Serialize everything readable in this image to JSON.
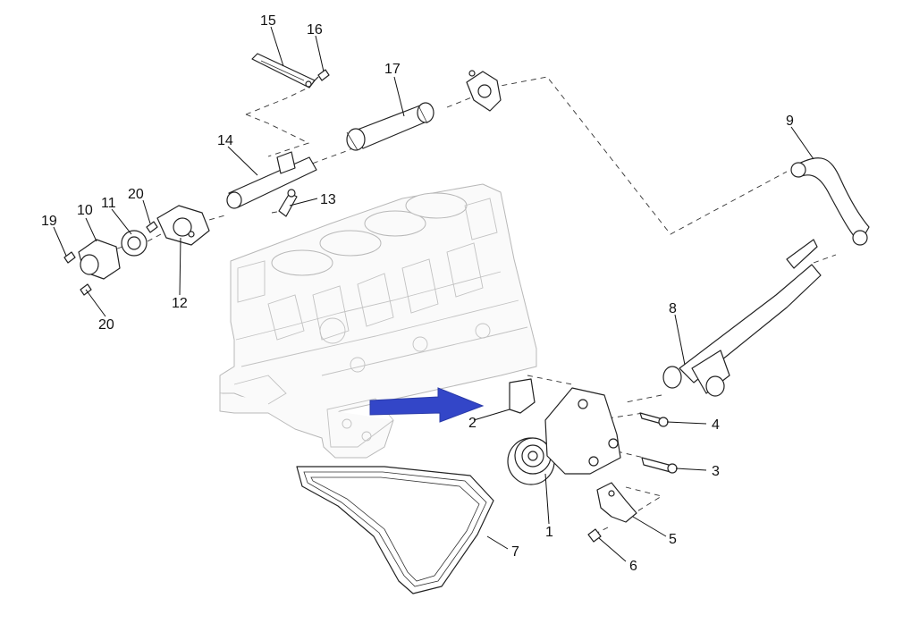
{
  "diagram": {
    "callouts": [
      {
        "id": "1",
        "text": "1"
      },
      {
        "id": "2",
        "text": "2"
      },
      {
        "id": "3",
        "text": "3"
      },
      {
        "id": "4",
        "text": "4"
      },
      {
        "id": "5",
        "text": "5"
      },
      {
        "id": "6",
        "text": "6"
      },
      {
        "id": "7",
        "text": "7"
      },
      {
        "id": "8",
        "text": "8"
      },
      {
        "id": "9",
        "text": "9"
      },
      {
        "id": "10",
        "text": "10"
      },
      {
        "id": "11",
        "text": "11"
      },
      {
        "id": "12",
        "text": "12"
      },
      {
        "id": "13",
        "text": "13"
      },
      {
        "id": "14",
        "text": "14"
      },
      {
        "id": "15",
        "text": "15"
      },
      {
        "id": "16",
        "text": "16"
      },
      {
        "id": "17",
        "text": "17"
      },
      {
        "id": "19",
        "text": "19"
      },
      {
        "id": "20a",
        "text": "20"
      },
      {
        "id": "20b",
        "text": "20"
      }
    ],
    "colors": {
      "highlight_arrow": "#3346c8",
      "line": "#222222",
      "ghost_block": "#b8b8b8"
    },
    "icons": {
      "highlight_arrow": "arrow-right-icon"
    }
  }
}
